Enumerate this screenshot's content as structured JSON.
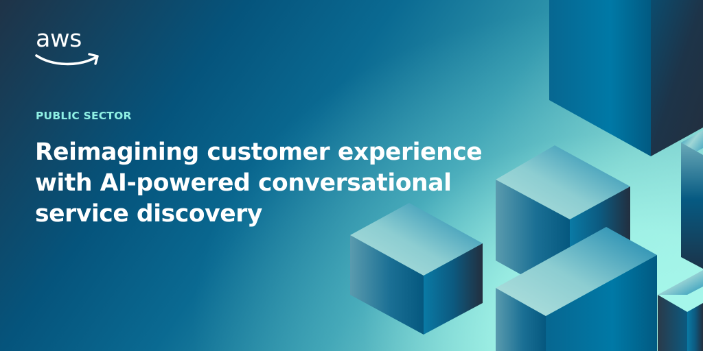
{
  "brand": {
    "logo_text": "aws",
    "logo_icon": "aws-smile-arrow-icon"
  },
  "eyebrow": "PUBLIC SECTOR",
  "headline": {
    "lines": [
      "Reimagining customer experience",
      "with AI-powered conversational",
      "service discovery"
    ]
  },
  "colors": {
    "background_dark": "#1f3347",
    "background_mid": "#05547c",
    "background_light": "#b0f3ea",
    "eyebrow": "#8ff0e4",
    "headline": "#ffffff",
    "cube_top_light": "#a8dcd9",
    "cube_face_blue": "#0077a3",
    "cube_face_dark": "#232f3e"
  },
  "decoration": {
    "name": "isometric-cubes",
    "count": 6
  }
}
